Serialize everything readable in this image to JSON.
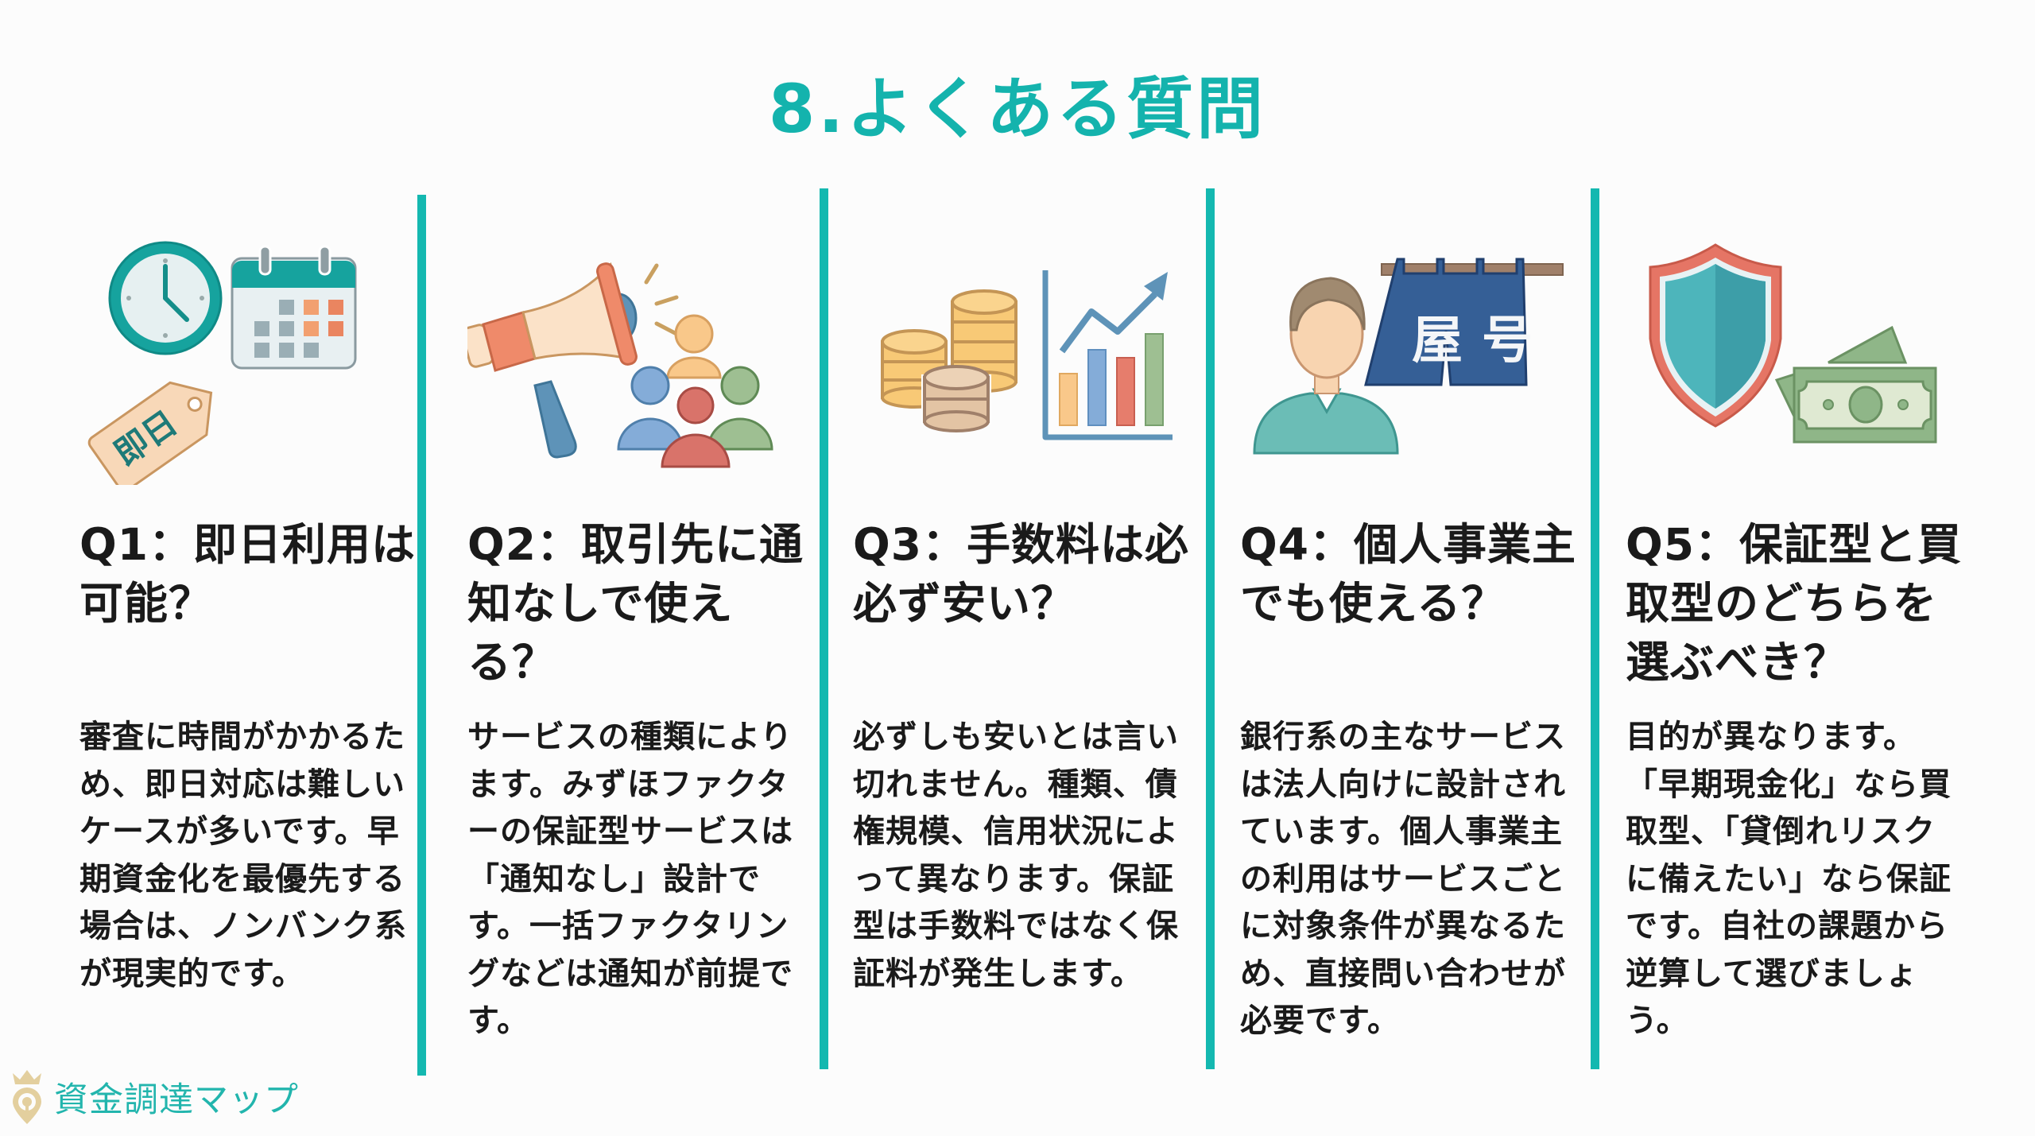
{
  "page": {
    "title": "8.よくある質問",
    "accent_color": "#14b3ad",
    "divider_color": "#14b8b0"
  },
  "faq": [
    {
      "title": "Q1：即日利用は可能？",
      "illustration": [
        "clock-icon",
        "calendar-icon",
        "tag-icon"
      ],
      "tag_label": "即日",
      "body": "審査に時間がかかるため、即日対応は難しいケースが多いです。早期資金化を最優先する場合は、ノンバンク系が現実的です。"
    },
    {
      "title": "Q2：取引先に通知なしで使える？",
      "illustration": [
        "megaphone-icon",
        "people-group-icon"
      ],
      "body": "サービスの種類によります。みずほファクターの保証型サービスは「通知なし」設計です。一括ファクタリングなどは通知が前提です。"
    },
    {
      "title": "Q3：手数料は必必ず安い？",
      "illustration": [
        "coin-stack-icon",
        "bar-chart-icon"
      ],
      "body": "必ずしも安いとは言い切れません。種類、債権規模、信用状況によって異なります。保証型は手数料ではなく保証料が発生します。"
    },
    {
      "title": "Q4：個人事業主でも使える？",
      "illustration": [
        "person-icon",
        "noren-curtain-icon"
      ],
      "noren_label": "屋号",
      "body": "銀行系の主なサービスは法人向けに設計されています。個人事業主の利用はサービスごとに対象条件が異なるため、直接問い合わせが必要です。"
    },
    {
      "title": "Q5：保証型と買取型のどちらを選ぶべき？",
      "illustration": [
        "shield-icon",
        "banknotes-icon"
      ],
      "body": "目的が異なります。「早期現金化」なら買取型、「貸倒れリスクに備えたい」なら保証です。自社の課題から逆算して選びましょう。"
    }
  ],
  "footer": {
    "logo_icon": "crown-pin-icon",
    "brand": "資金調達マップ"
  }
}
